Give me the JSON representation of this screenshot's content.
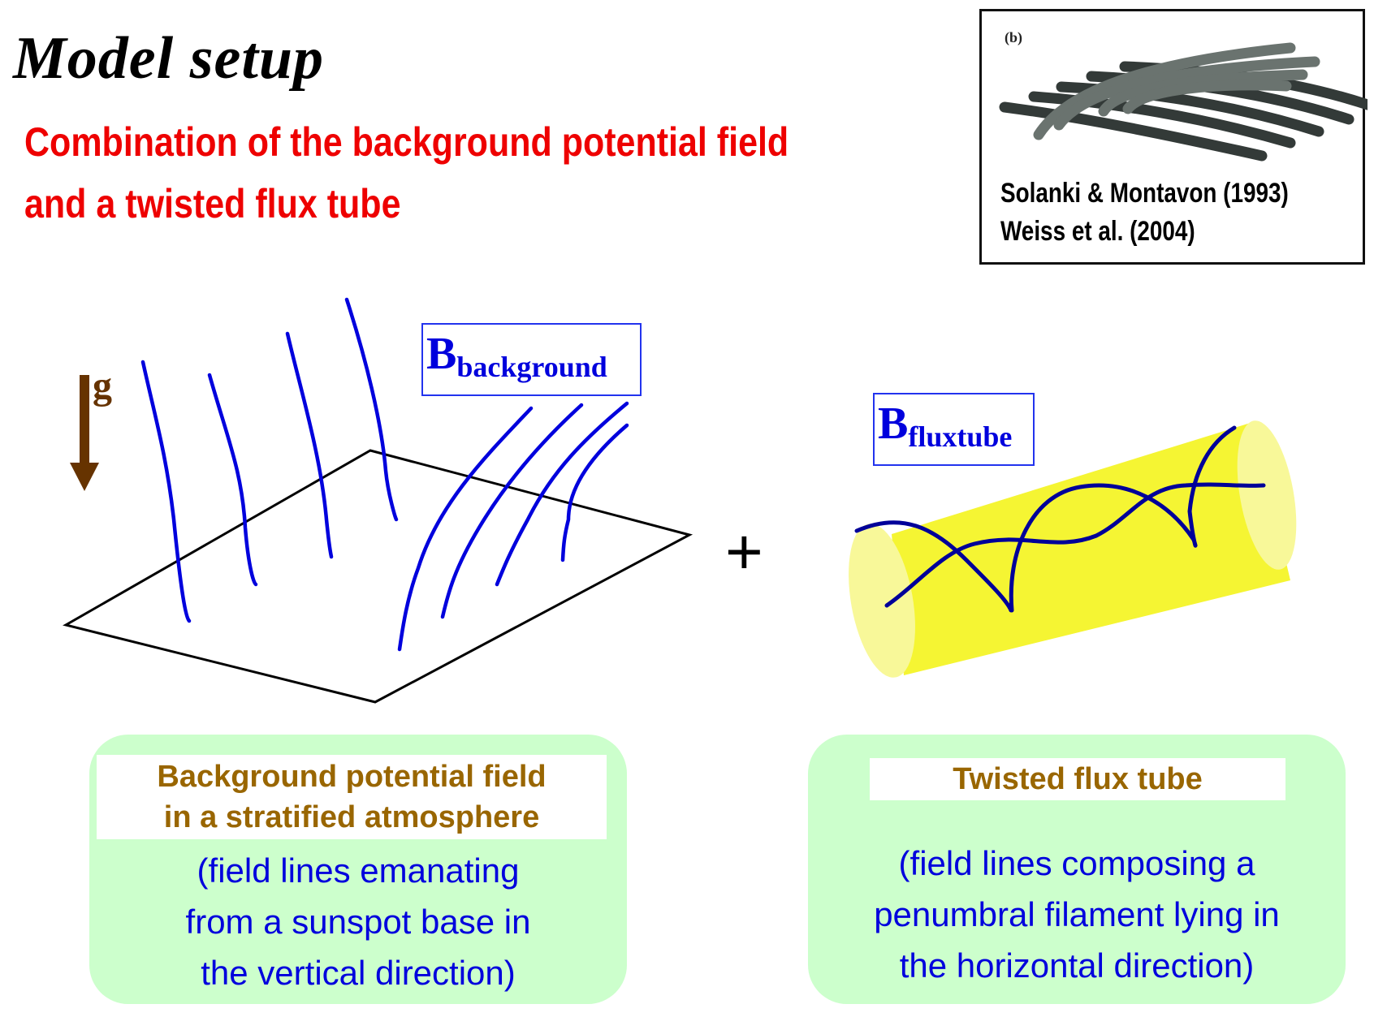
{
  "title": "Model setup",
  "subtitle": {
    "line1": "Combination of the background potential field",
    "line2": "and a twisted flux tube",
    "color": "#ee0000"
  },
  "citation_box": {
    "panel_label": "(b)",
    "references": [
      "Solanki & Montavon (1993)",
      "Weiss et al. (2004)"
    ]
  },
  "gravity": {
    "label": "g",
    "icon": "down-arrow-icon",
    "color": "#663300"
  },
  "background_field": {
    "symbol": "B",
    "subscript": "background",
    "line_color": "#0000dd"
  },
  "operator": "+",
  "fluxtube_field": {
    "symbol": "B",
    "subscript": "fluxtube",
    "tube_color": "#f5f533",
    "line_color": "#000099"
  },
  "cards": {
    "left": {
      "heading": [
        "Background potential field",
        "in a stratified atmosphere"
      ],
      "body": [
        "(field lines emanating",
        "from a sunspot base in",
        "the vertical direction)"
      ]
    },
    "right": {
      "heading": [
        "Twisted flux tube"
      ],
      "body": [
        "(field lines composing a",
        "penumbral filament lying in",
        "the horizontal direction)"
      ]
    },
    "background_color": "#ccffcc",
    "heading_color": "#996600",
    "body_color": "#0000dd"
  }
}
